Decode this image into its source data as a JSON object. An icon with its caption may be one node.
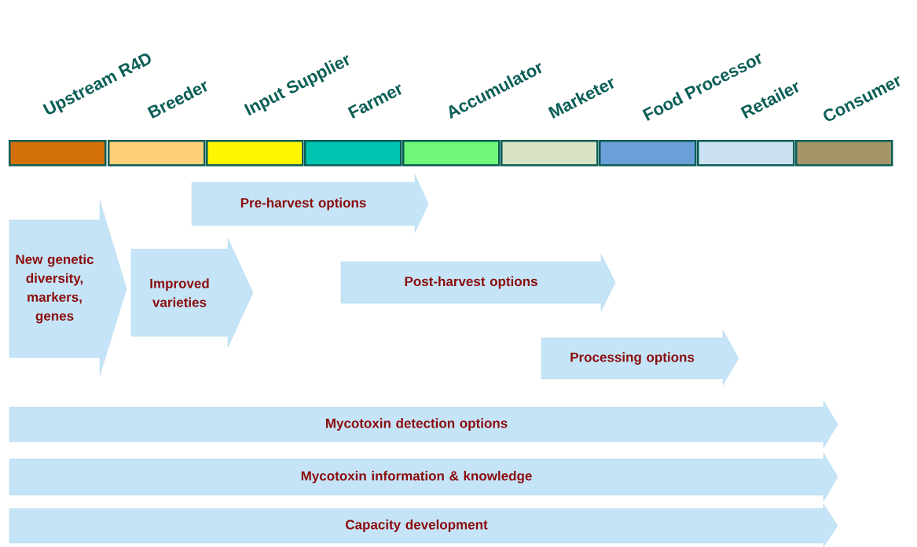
{
  "diagram": {
    "nodes": [
      {
        "text": [
          "Upstream R4D"
        ]
      },
      {
        "text": [
          "Breeder"
        ]
      },
      {
        "text": [
          "Input Supplier"
        ]
      },
      {
        "text": [
          "Farmer"
        ]
      },
      {
        "text": [
          "Accumulator"
        ]
      },
      {
        "text": [
          "Marketer"
        ]
      },
      {
        "text": [
          "Food Processor"
        ]
      },
      {
        "text": [
          "Retailer"
        ]
      },
      {
        "text": [
          "Consumer"
        ]
      },
      {
        "text": [
          "New genetic diversity, markers, genes"
        ]
      },
      {
        "text": [
          "Improved varieties"
        ]
      },
      {
        "text": [
          "Pre-harvest options"
        ]
      },
      {
        "text": [
          "Post-harvest options"
        ]
      },
      {
        "text": [
          "Processing options"
        ]
      },
      {
        "text": [
          "Mycotoxin detection options"
        ]
      },
      {
        "text": [
          "Mycotoxin information & knowledge"
        ]
      },
      {
        "text": [
          "Capacity development"
        ]
      }
    ]
  }
}
